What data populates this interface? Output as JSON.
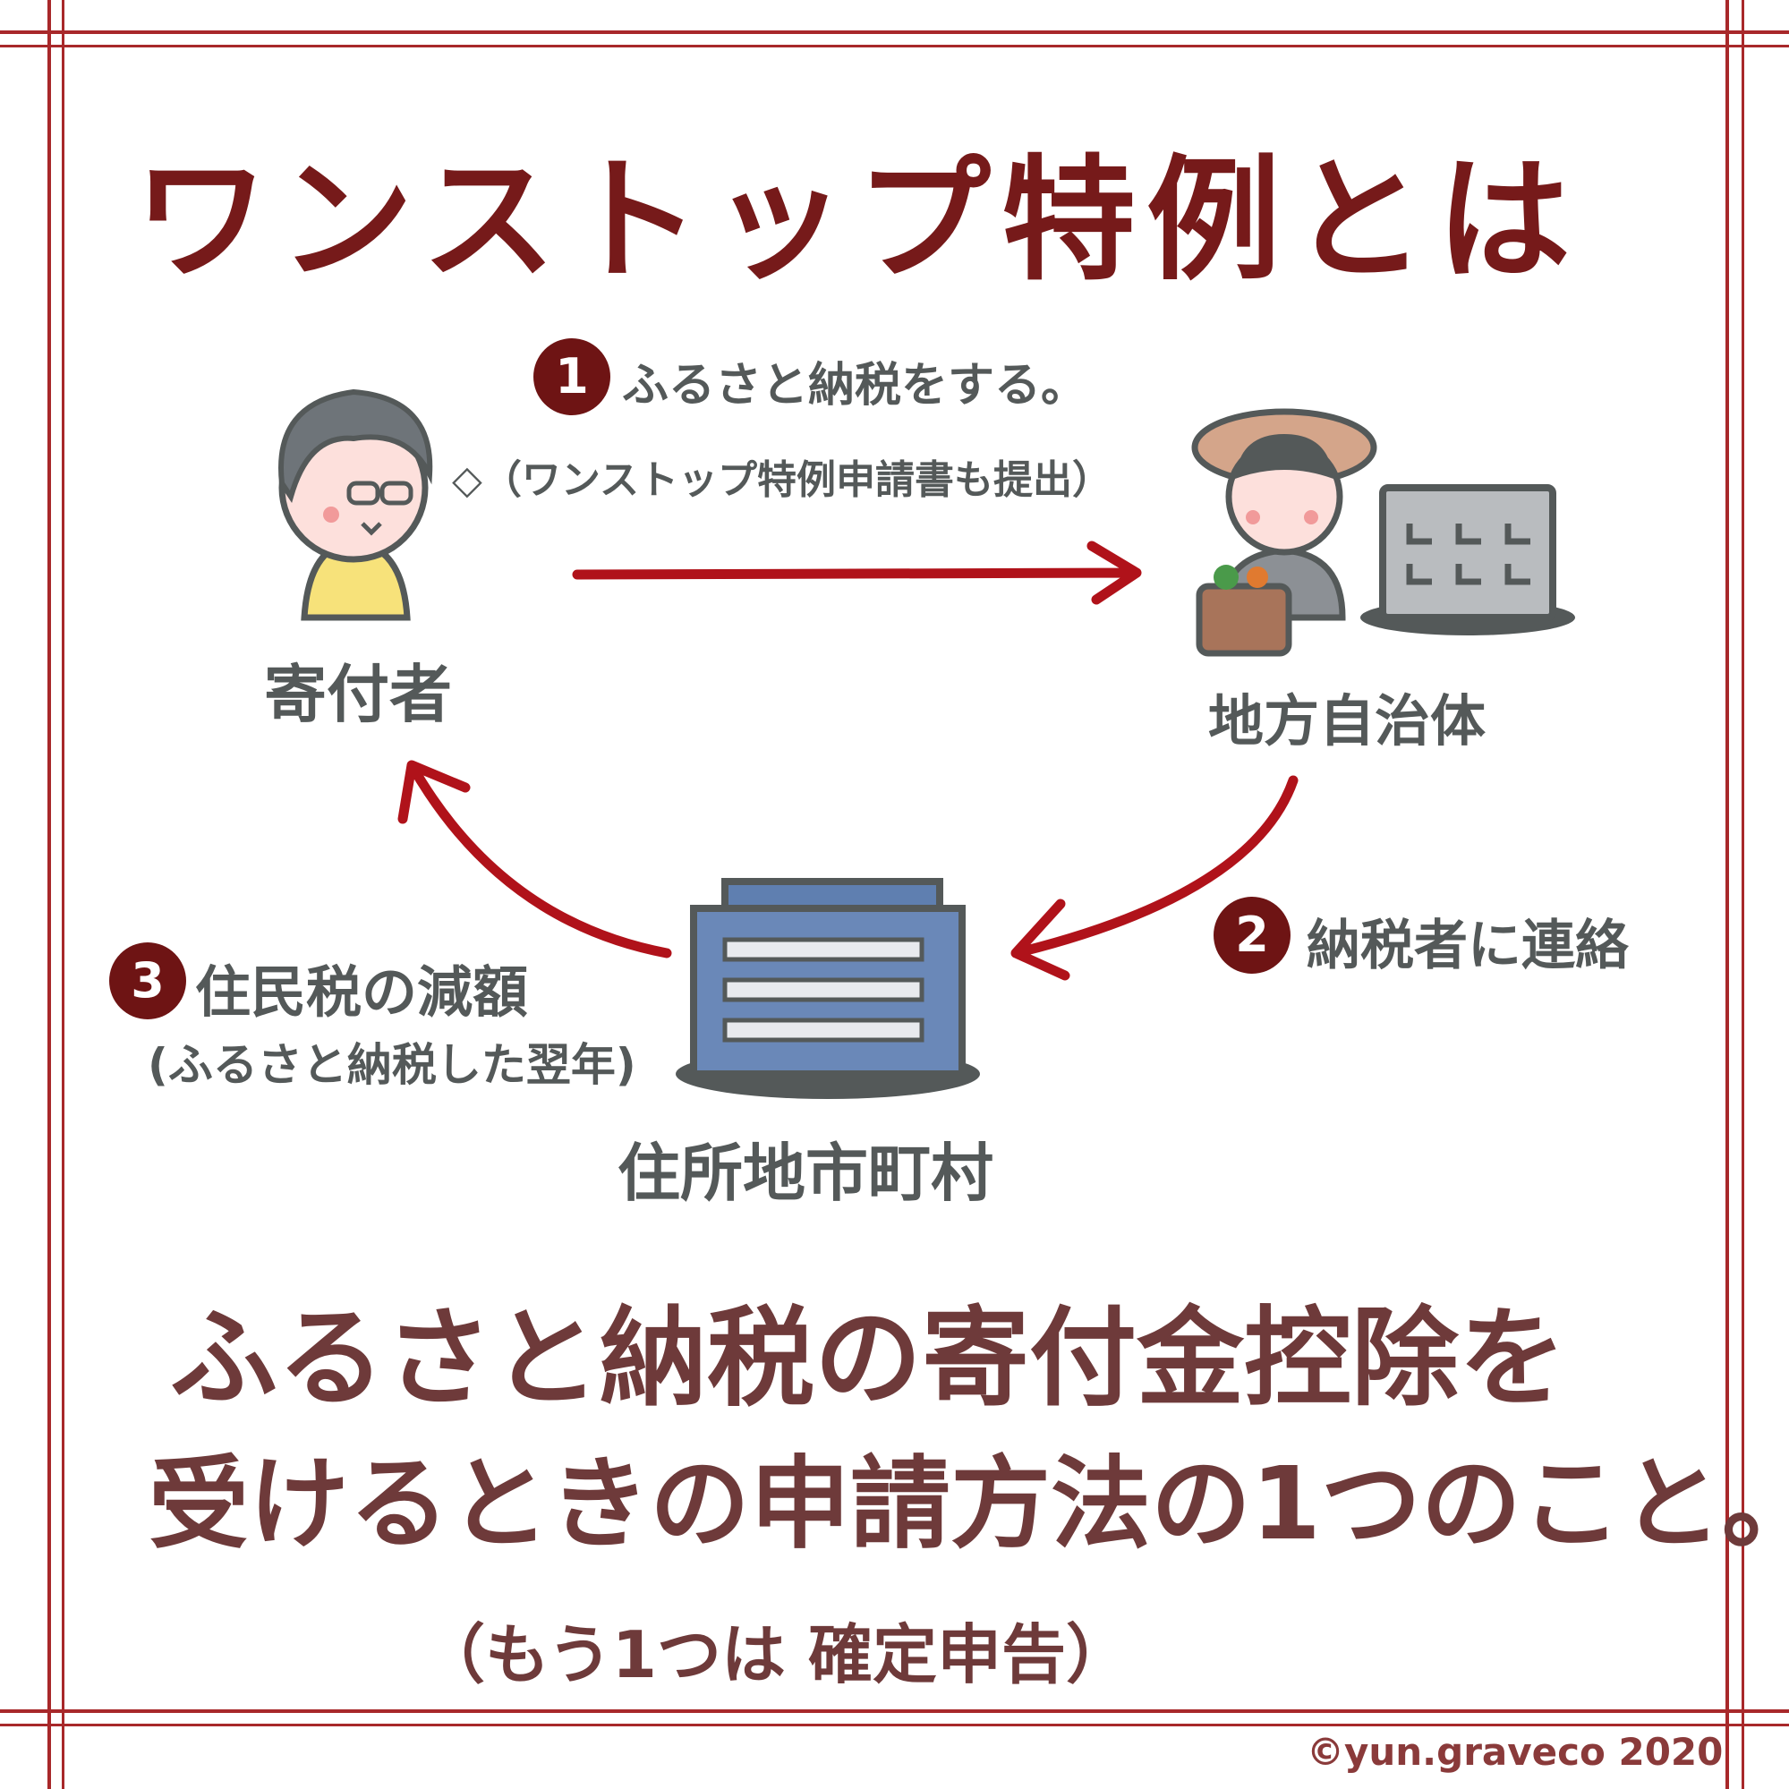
{
  "title": "ワンストップ特例とは",
  "steps": [
    {
      "number": "1",
      "text": "ふるさと納税をする。",
      "note": "◇（ワンストップ特例申請書も提出）"
    },
    {
      "number": "2",
      "text": "納税者に連絡"
    },
    {
      "number": "3",
      "text": "住民税の減額",
      "note": "(ふるさと納税した翌年)"
    }
  ],
  "actors": {
    "donor": "寄付者",
    "local_government": "地方自治体",
    "residence_municipality": "住所地市町村"
  },
  "summary": {
    "line1": "ふるさと納税の寄付金控除を",
    "line2": "受けるときの申請方法の1つのこと。",
    "line3": "（もう1つは 確定申告）"
  },
  "copyright": "©yun.graveco 2020",
  "colors": {
    "border": "#a8282a",
    "title": "#761a1a",
    "arrow": "#b0121a",
    "badge": "#6e1414",
    "text": "#545959",
    "summary": "#6e3a3a"
  }
}
